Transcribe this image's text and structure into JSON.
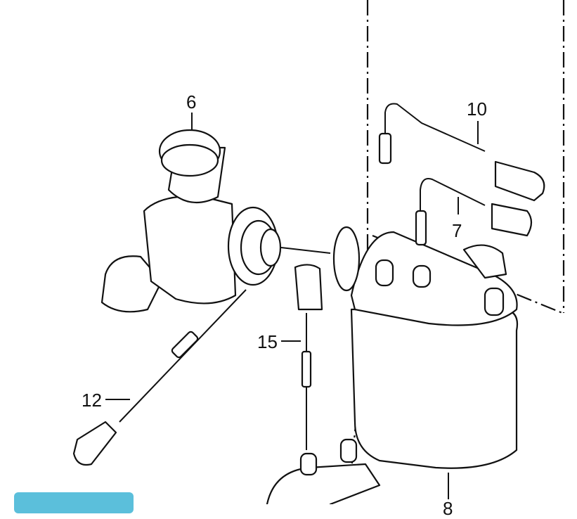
{
  "callouts": {
    "part6": "6",
    "part10": "10",
    "part7": "7",
    "part15": "15",
    "part12": "12",
    "part8": "8"
  },
  "colors": {
    "accent_button": "#5bbfdb"
  }
}
